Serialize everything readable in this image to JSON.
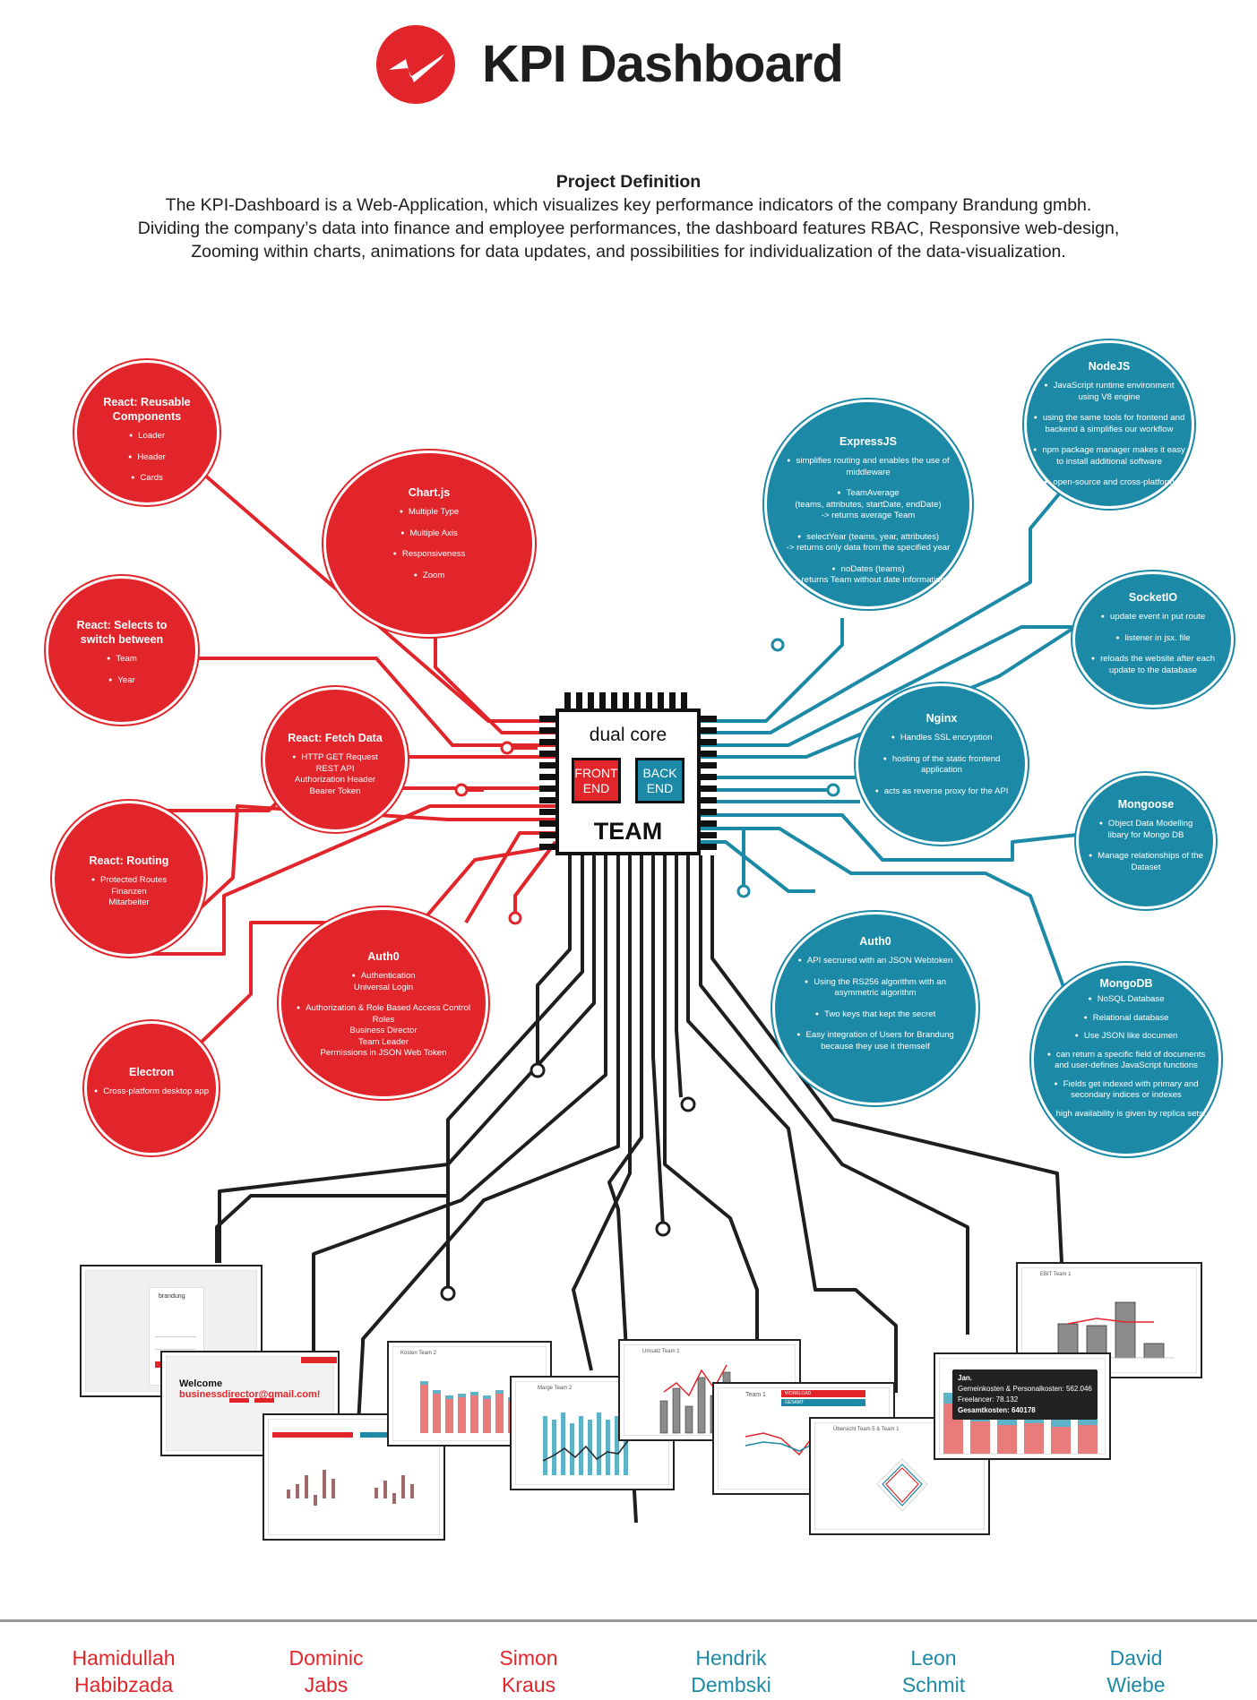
{
  "header": {
    "title": "KPI Dashboard",
    "logo_icon": "brandung-bird-logo"
  },
  "definition": {
    "title": "Project Definition",
    "lines": [
      "The KPI-Dashboard is a Web-Application, which visualizes key performance indicators of the company Brandung gmbh.",
      "Dividing the company’s data into finance and employee performances, the dashboard features RBAC, Responsive web-design,",
      "Zooming within charts, animations for data updates, and possibilities for individualization of the data-visualization."
    ]
  },
  "colors": {
    "frontend_red": "#e2252b",
    "backend_blue": "#1c8aa6",
    "trace_black": "#1e1e1e"
  },
  "chip": {
    "top": "dual core",
    "frontend": [
      "FRONT",
      "END"
    ],
    "backend": [
      "BACK",
      "END"
    ],
    "bottom": "TEAM"
  },
  "frontend": [
    {
      "title": "React: Reusable Components",
      "items": [
        "Loader",
        "Header",
        "Cards"
      ]
    },
    {
      "title": "Chart.js",
      "items": [
        "Multiple Type",
        "Multiple Axis",
        "Responsiveness",
        "Zoom"
      ]
    },
    {
      "title": "React: Selects to switch between",
      "items": [
        "Team",
        "Year"
      ]
    },
    {
      "title": "React: Fetch Data",
      "items": [
        "HTTP GET Request\nREST API\nAuthorization Header\nBearer Token"
      ]
    },
    {
      "title": "React: Routing",
      "items": [
        "Protected Routes\nFinanzen\nMitarbeiter"
      ]
    },
    {
      "title": "Auth0",
      "items": [
        "Authentication\nUniversal Login",
        "Authorization & Role Based Access Control\nRoles\nBusiness Director\nTeam Leader\nPermissions in JSON Web Token"
      ]
    },
    {
      "title": "Electron",
      "items": [
        "Cross-platform desktop app"
      ]
    }
  ],
  "backend": [
    {
      "title": "NodeJS",
      "items": [
        "JavaScript runtime environment using V8 engine",
        "using the same tools for frontend and backend à simplifies our workflow",
        "npm package manager makes it easy to install additional software",
        "open-source and cross-platform"
      ]
    },
    {
      "title": "ExpressJS",
      "items": [
        "simplifies routing and enables the use of middleware",
        "TeamAverage\n(teams, attributes, startDate, endDate)\n-> returns average Team",
        "selectYear (teams, year, attributes)\n-> returns only data from the specified year",
        "noDates (teams)\n-> returns Team without date information"
      ]
    },
    {
      "title": "SocketIO",
      "items": [
        "update event in put route",
        "listener in jsx. file",
        "reloads the website after each update to the database"
      ]
    },
    {
      "title": "Nginx",
      "items": [
        "Handles SSL encryption",
        "hosting of the static frontend application",
        "acts as reverse proxy for the API"
      ]
    },
    {
      "title": "Mongoose",
      "items": [
        "Object Data Modelling libary for Mongo DB",
        "Manage relationships of the Dataset"
      ]
    },
    {
      "title": "Auth0",
      "items": [
        "API secrured with an JSON Webtoken",
        "Using the RS256 algorithm with an asymmetric algorithm",
        "Two keys that kept the secret",
        "Easy integration of Users for Brandung because they use it themself"
      ]
    },
    {
      "title": "MongoDB",
      "items": [
        "NoSQL Database",
        "Relational database",
        "Use JSON like documen",
        "can return a specific field of documents and user-defines JavaScript functions",
        "Fields get indexed with primary and secondary indices or indexes",
        "high availability is given by replica sets."
      ]
    }
  ],
  "screenshots": {
    "login_brand": "brandung",
    "welcome_prefix": "Welcome",
    "welcome_email": "businessdirector@gmail.com!",
    "tooltip": {
      "month": "Jan.",
      "line1": "Gemeinkosten & Personalkosten: 562.046",
      "line2": "Freelancer: 78.132",
      "line3": "Gesamtkosten: 640178"
    },
    "chart_titles": [
      "Kosten Team 2",
      "Marge Team 2",
      "Umsatz Team 1",
      "EBIT Team 1",
      "Team 1",
      "Übersicht Team 5 & Team 1"
    ],
    "workload_label": "WORKLOAD",
    "gesamt_label": "GESAMT"
  },
  "team": [
    {
      "first": "Hamidullah",
      "last": "Habibzada"
    },
    {
      "first": "Dominic",
      "last": "Jabs"
    },
    {
      "first": "Simon",
      "last": "Kraus"
    },
    {
      "first": "Hendrik",
      "last": "Dembski"
    },
    {
      "first": "Leon",
      "last": "Schmit"
    },
    {
      "first": "David",
      "last": "Wiebe"
    }
  ]
}
